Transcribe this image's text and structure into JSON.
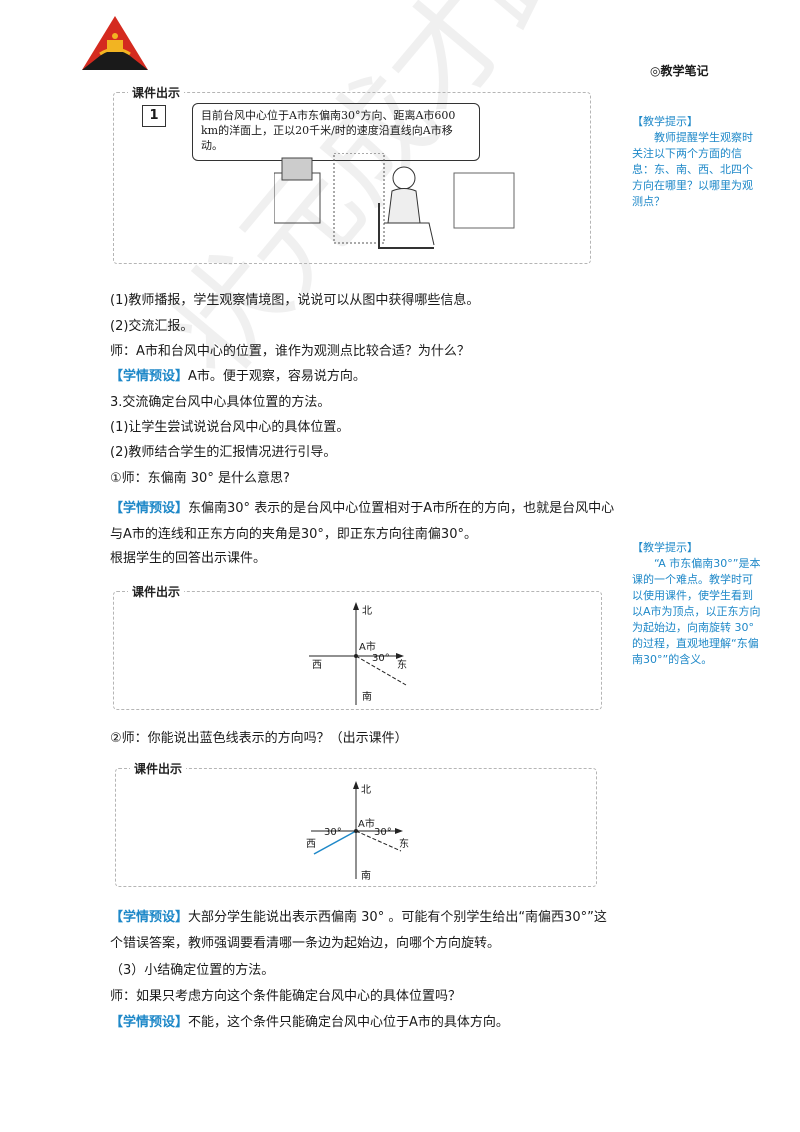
{
  "header": {
    "notes_title": "◎教学笔记"
  },
  "box1": {
    "title": "课件出示",
    "num": "1",
    "bubble": "目前台风中心位于A市东偏南30°方向、距离A市600 km的洋面上，正以20千米/时的速度沿直线向A市移动。"
  },
  "lines": [
    "(1)教师播报，学生观察情境图，说说可以从图中获得哪些信息。",
    "(2)交流汇报。",
    "师：A市和台风中心的位置，谁作为观测点比较合适？为什么？"
  ],
  "p1": {
    "tag": "【学情预设】",
    "text": "A市。便于观察，容易说方向。"
  },
  "lines2": [
    "3.交流确定台风中心具体位置的方法。",
    "(1)让学生尝试说说台风中心的具体位置。",
    "(2)教师结合学生的汇报情况进行引导。",
    "①师：东偏南 30° 是什么意思?"
  ],
  "p2": {
    "tag": "【学情预设】",
    "text": "东偏南30° 表示的是台风中心位置相对于A市所在的方向，也就是台风中心与A市的连线和正东方向的夹角是30°，即正东方向往南偏30°。"
  },
  "line_after_p2": "根据学生的回答出示课件。",
  "box2": {
    "title": "课件出示",
    "north": "北",
    "south": "南",
    "west": "西",
    "east": "东",
    "center": "A市",
    "angle": "30°"
  },
  "line_q2": "②师：你能说出蓝色线表示的方向吗？（出示课件）",
  "box3": {
    "title": "课件出示",
    "north": "北",
    "south": "南",
    "west": "西",
    "east": "东",
    "center": "A市",
    "angle_left": "30°",
    "angle_right": "30°"
  },
  "p3": {
    "tag": "【学情预设】",
    "text": "大部分学生能说出表示西偏南 30° 。可能有个别学生给出“南偏西30°”这个错误答案，教师强调要看清哪一条边为起始边，向哪个方向旋转。"
  },
  "line_summary": "（3）小结确定位置的方法。",
  "line_q3": "师：如果只考虑方向这个条件能确定台风中心的具体位置吗？",
  "p4": {
    "tag": "【学情预设】",
    "text": "不能，这个条件只能确定台风中心位于A市的具体方向。"
  },
  "side1": {
    "head": "【教学提示】",
    "text": "教师提醒学生观察时关注以下两个方面的信息：东、南、西、北四个方向在哪里？以哪里为观测点？"
  },
  "side2": {
    "head": "【教学提示】",
    "text": "“A 市东偏南30°”是本课的一个难点。教学时可以使用课件，使学生看到以A市为顶点，以正东方向为起始边，向南旋转 30° 的过程，直观地理解“东偏南30°”的含义。"
  },
  "watermark": "状元成才路",
  "colors": {
    "accent": "#1e88c8",
    "logo_red": "#d42a1f",
    "logo_gold": "#f2b422"
  }
}
